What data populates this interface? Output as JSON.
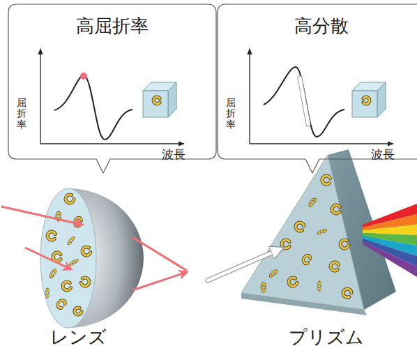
{
  "diagram": {
    "nodes": [
      {
        "text": [
          "高屈折率"
        ]
      },
      {
        "text": [
          "高分散"
        ]
      }
    ],
    "labels": [
      "屈折率",
      "波長",
      "屈折率",
      "波長",
      "レンズ",
      "プリズム"
    ]
  }
}
